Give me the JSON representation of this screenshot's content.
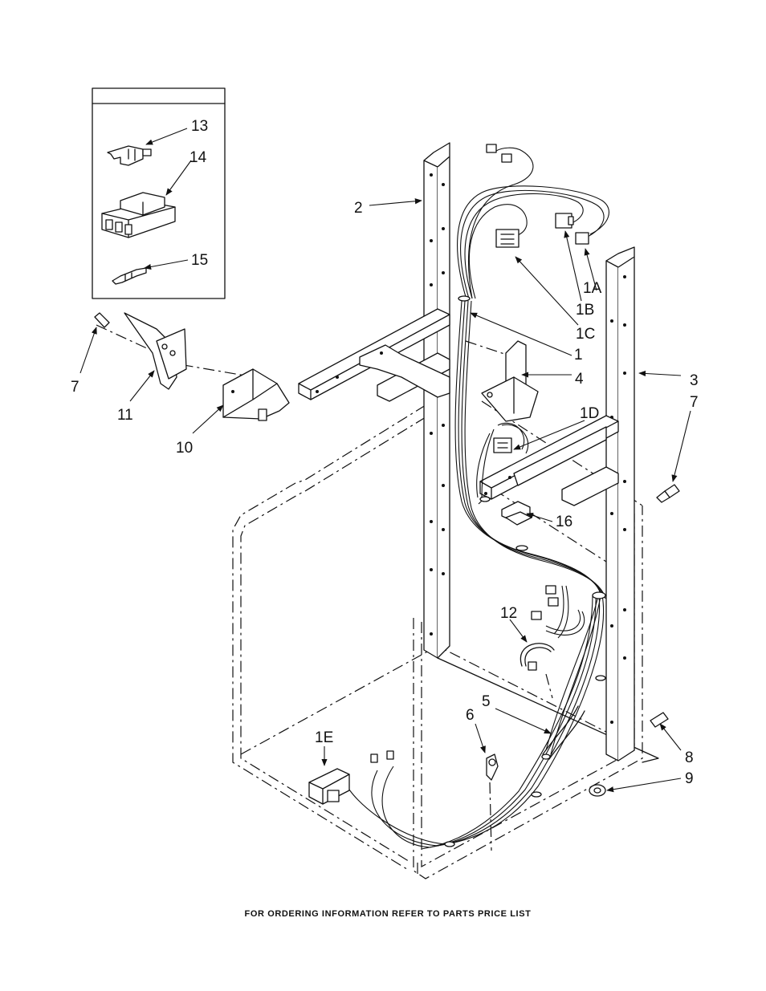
{
  "labels": {
    "c1": "1",
    "c1a": "1A",
    "c1b": "1B",
    "c1c": "1C",
    "c1d": "1D",
    "c1e": "1E",
    "c2": "2",
    "c3": "3",
    "c4": "4",
    "c5": "5",
    "c6": "6",
    "c7_left": "7",
    "c7_right": "7",
    "c8": "8",
    "c9": "9",
    "c10": "10",
    "c11": "11",
    "c12": "12",
    "c13": "13",
    "c14": "14",
    "c15": "15",
    "c16": "16"
  },
  "footer": "FOR ORDERING INFORMATION REFER TO PARTS PRICE LIST"
}
